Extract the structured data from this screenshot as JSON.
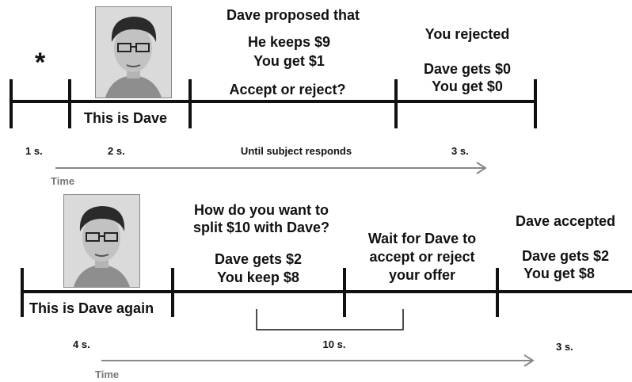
{
  "top_sequence": {
    "asterisk": "*",
    "label_intro": "This is Dave",
    "proposal_heading": "Dave proposed that",
    "proposal_line1": "He keeps $9",
    "proposal_line2": "You get $1",
    "proposal_question": "Accept or reject?",
    "result_heading": "You rejected",
    "result_line1": "Dave gets $0",
    "result_line2": "You get $0",
    "durations": [
      "1 s.",
      "2 s.",
      "Until subject responds",
      "3 s."
    ],
    "time_label": "Time"
  },
  "bottom_sequence": {
    "label_intro": "This is Dave again",
    "question_line1": "How do you want to",
    "question_line2": "split $10 with Dave?",
    "offer_line1": "Dave gets $2",
    "offer_line2": "You keep $8",
    "wait_line1": "Wait for Dave to",
    "wait_line2": "accept or reject",
    "wait_line3": "your offer",
    "result_heading": "Dave accepted",
    "result_line1": "Dave gets $2",
    "result_line2": "You get $8",
    "durations": [
      "4 s.",
      "10 s.",
      "3 s."
    ],
    "time_label": "Time"
  },
  "colors": {
    "ink": "#111111",
    "time_arrow": "#888888",
    "photo_bg": "#d9d9d9"
  },
  "icons": [
    "face-photo",
    "time-arrow"
  ]
}
